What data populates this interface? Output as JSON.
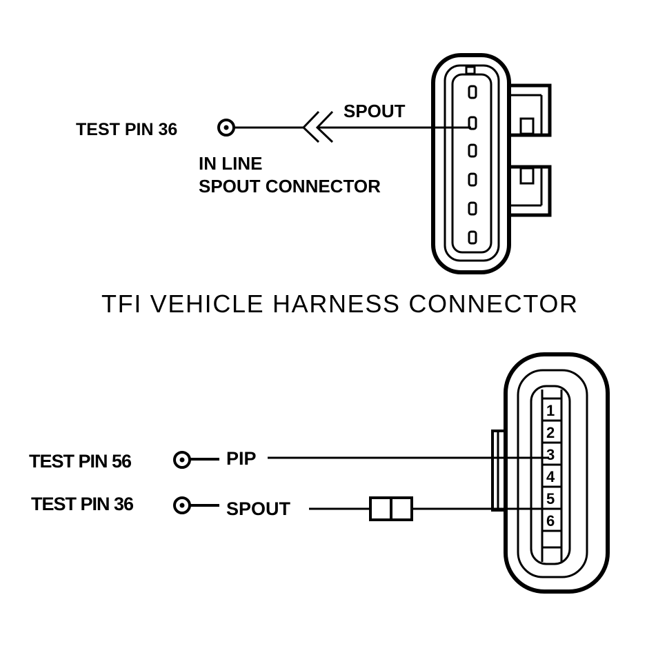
{
  "top": {
    "test_pin_label": "TEST PIN 36",
    "wire_label": "SPOUT",
    "connector_label_line1": "IN LINE",
    "connector_label_line2": "SPOUT CONNECTOR"
  },
  "title": "TFI VEHICLE HARNESS CONNECTOR",
  "bottom": {
    "pin56_label": "TEST PIN 56",
    "pip_label": "PIP",
    "pin36_label": "TEST PIN 36",
    "spout_label": "SPOUT",
    "pin_numbers": [
      "1",
      "2",
      "3",
      "4",
      "5",
      "6"
    ]
  },
  "colors": {
    "ink": "#000000",
    "paper": "#ffffff"
  }
}
